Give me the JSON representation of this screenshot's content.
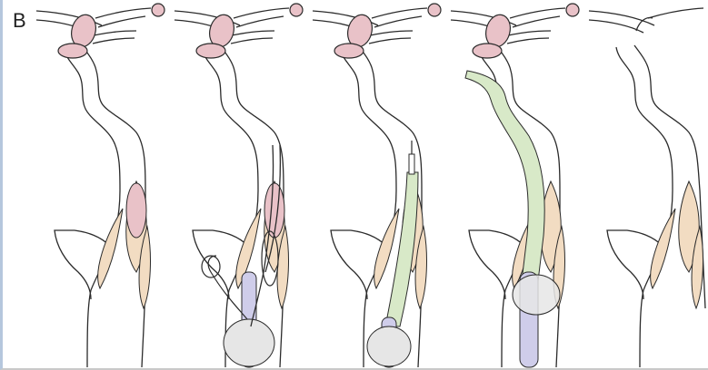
{
  "figure": {
    "panel_label": "B",
    "colors": {
      "outline": "#2b2b2b",
      "vessel_fill": "#ffffff",
      "sinus_pink": "#e9c2c8",
      "plaque_tan": "#f2dcc2",
      "wire_green": "#d8e9c8",
      "balloon_gray": "#e6e6e6",
      "catheter_lavender": "#cfcdea",
      "left_border": "#b5c7dd"
    },
    "steps": [
      {
        "id": "step-1",
        "elements": [
          "vessel",
          "plaques"
        ]
      },
      {
        "id": "step-2",
        "elements": [
          "vessel",
          "plaques",
          "guidewire",
          "balloon",
          "catheter"
        ]
      },
      {
        "id": "step-3",
        "elements": [
          "vessel",
          "plaques",
          "sheath",
          "balloon",
          "catheter"
        ]
      },
      {
        "id": "step-4",
        "elements": [
          "vessel",
          "plaques",
          "long-sheath",
          "balloon",
          "catheter"
        ]
      },
      {
        "id": "step-5",
        "elements": [
          "vessel",
          "plaques"
        ]
      }
    ]
  }
}
